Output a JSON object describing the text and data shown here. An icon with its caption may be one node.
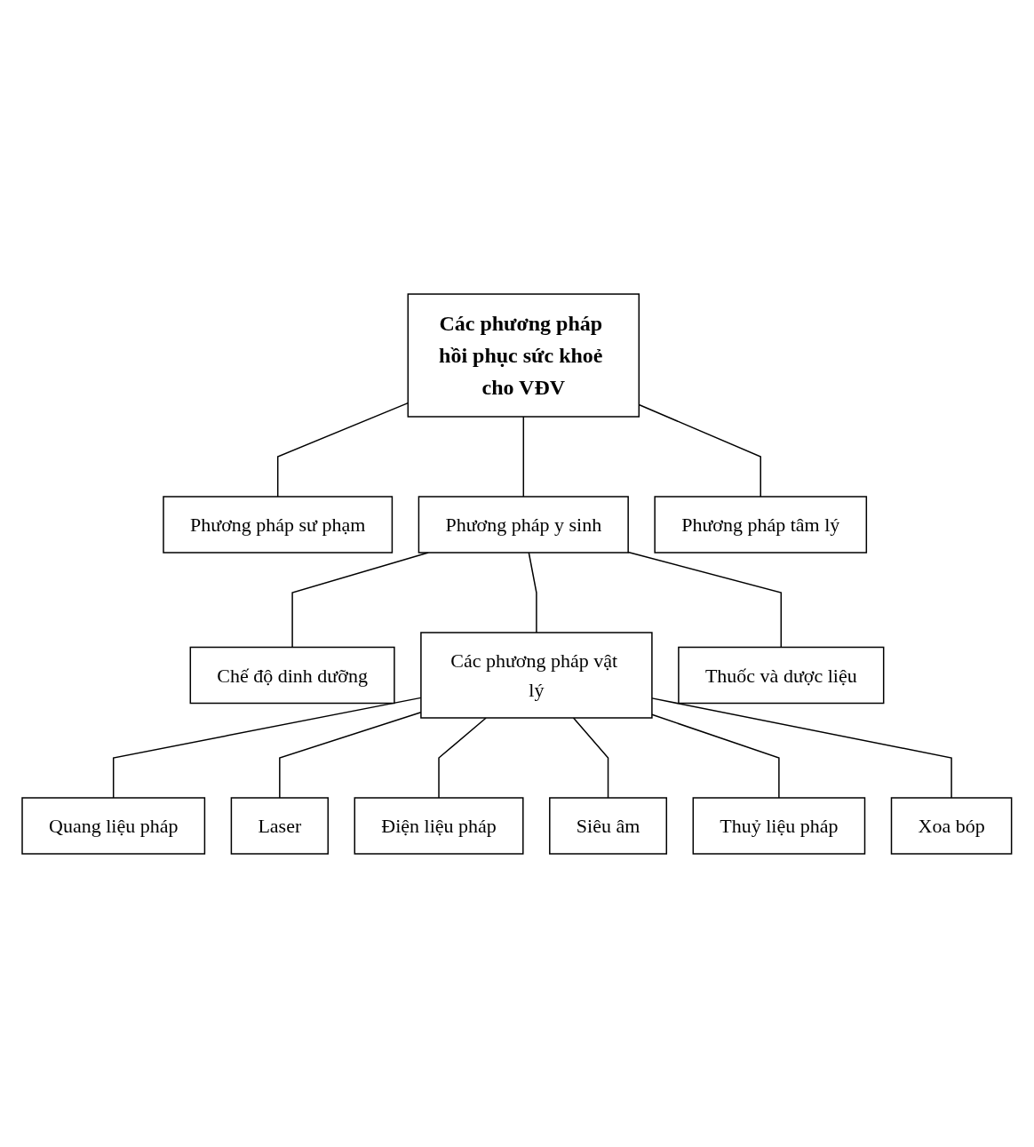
{
  "diagram": {
    "nodes": [
      {
        "text": [
          "Các phương pháp hồi phục sức khoẻ cho VĐV"
        ]
      },
      {
        "text": [
          "Phương pháp sư phạm"
        ]
      },
      {
        "text": [
          "Phương pháp y sinh"
        ]
      },
      {
        "text": [
          "Phương pháp tâm lý"
        ]
      },
      {
        "text": [
          "Chế độ dinh dưỡng"
        ]
      },
      {
        "text": [
          "Các phương pháp vật lý"
        ]
      },
      {
        "text": [
          "Thuốc và dược liệu"
        ]
      },
      {
        "text": [
          "Quang liệu pháp"
        ]
      },
      {
        "text": [
          "Laser"
        ]
      },
      {
        "text": [
          "Điện liệu pháp"
        ]
      },
      {
        "text": [
          "Siêu âm"
        ]
      },
      {
        "text": [
          "Thuỷ liệu pháp"
        ]
      },
      {
        "text": [
          "Xoa bóp"
        ]
      }
    ],
    "edges": [
      {
        "from": 0,
        "to": 1,
        "arrow": "none"
      },
      {
        "from": 0,
        "to": 2,
        "arrow": "none"
      },
      {
        "from": 0,
        "to": 3,
        "arrow": "none"
      },
      {
        "from": 2,
        "to": 4,
        "arrow": "none"
      },
      {
        "from": 2,
        "to": 5,
        "arrow": "none"
      },
      {
        "from": 2,
        "to": 6,
        "arrow": "none"
      },
      {
        "from": 5,
        "to": 7,
        "arrow": "none"
      },
      {
        "from": 5,
        "to": 8,
        "arrow": "none"
      },
      {
        "from": 5,
        "to": 9,
        "arrow": "none"
      },
      {
        "from": 5,
        "to": 10,
        "arrow": "none"
      },
      {
        "from": 5,
        "to": 11,
        "arrow": "none"
      },
      {
        "from": 5,
        "to": 12,
        "arrow": "none"
      }
    ]
  }
}
